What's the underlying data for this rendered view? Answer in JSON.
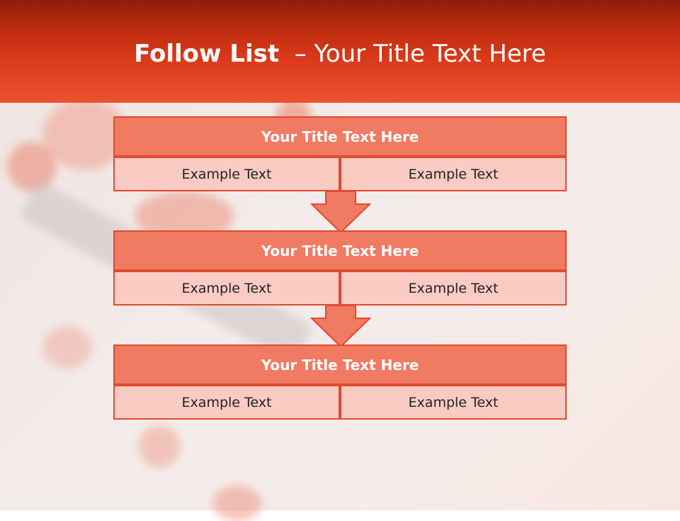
{
  "slide": {
    "title_bold": "Follow List",
    "title_rest": "– Your Title Text Here"
  },
  "blocks": [
    {
      "title": "Your Title Text Here",
      "left": "Example Text",
      "right": "Example Text"
    },
    {
      "title": "Your Title Text Here",
      "left": "Example Text",
      "right": "Example Text"
    },
    {
      "title": "Your Title Text Here",
      "left": "Example Text",
      "right": "Example Text"
    }
  ],
  "colors": {
    "header": "#dc3b1a",
    "block_title_fill": "#f07a62",
    "cell_fill": "#f9cbc3",
    "border": "#e24a2c",
    "arrow_fill": "#f07a62"
  },
  "icons": [
    "down-arrow-icon",
    "down-arrow-icon"
  ]
}
